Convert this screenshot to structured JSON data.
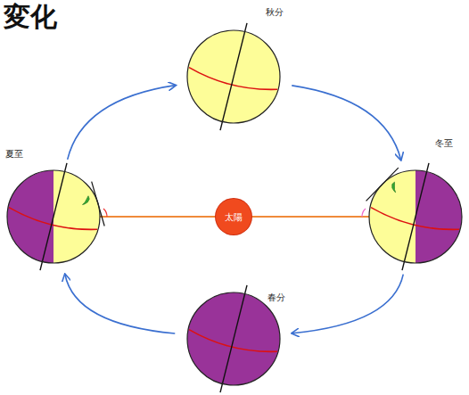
{
  "diagram": {
    "title": "変化",
    "nodes": [
      {
        "text": [
          "秋分"
        ]
      },
      {
        "text": [
          "夏至"
        ]
      },
      {
        "text": [
          "太陽"
        ]
      },
      {
        "text": [
          "冬至"
        ]
      },
      {
        "text": [
          "春分"
        ]
      }
    ],
    "edges": [
      {
        "from": 1,
        "to": 0,
        "arrow": "to"
      },
      {
        "from": 0,
        "to": 3,
        "arrow": "to"
      },
      {
        "from": 3,
        "to": 4,
        "arrow": "to"
      },
      {
        "from": 4,
        "to": 1,
        "arrow": "to"
      },
      {
        "from": 1,
        "to": 2,
        "arrow": "none"
      },
      {
        "from": 2,
        "to": 3,
        "arrow": "none"
      }
    ]
  }
}
